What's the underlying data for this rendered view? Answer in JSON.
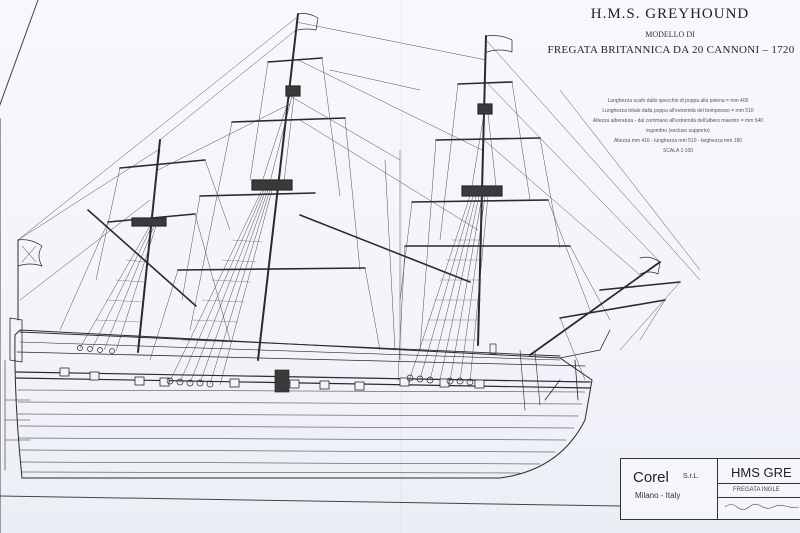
{
  "document": {
    "title": "H.M.S. GREYHOUND",
    "subtitle": "MODELLO DI",
    "model_title": "FREGATA BRITANNICA DA 20 CANNONI – 1720",
    "specs": [
      "Lunghezza scafo dallo specchio di poppa alla polena = mm 400",
      "Lunghezza totale dalla poppa all'estremità del bompresso = mm 510",
      "Altezza alberatura - dal corrimano all'estremità dell'albero maestro = mm 540",
      "ingombro (escluso supporto)",
      "Altezza mm 416 - lunghezza mm 510 - larghezza mm 180",
      "SCALA 1:100"
    ]
  },
  "cartouche": {
    "brand": "Corel",
    "brand_suffix": "S.r.L.",
    "city": "Milano - Italy",
    "model_name": "HMS GRE",
    "model_sub": "FREGATA INGLE"
  },
  "colors": {
    "paper": "#f3f4fa",
    "ink": "#222222"
  }
}
